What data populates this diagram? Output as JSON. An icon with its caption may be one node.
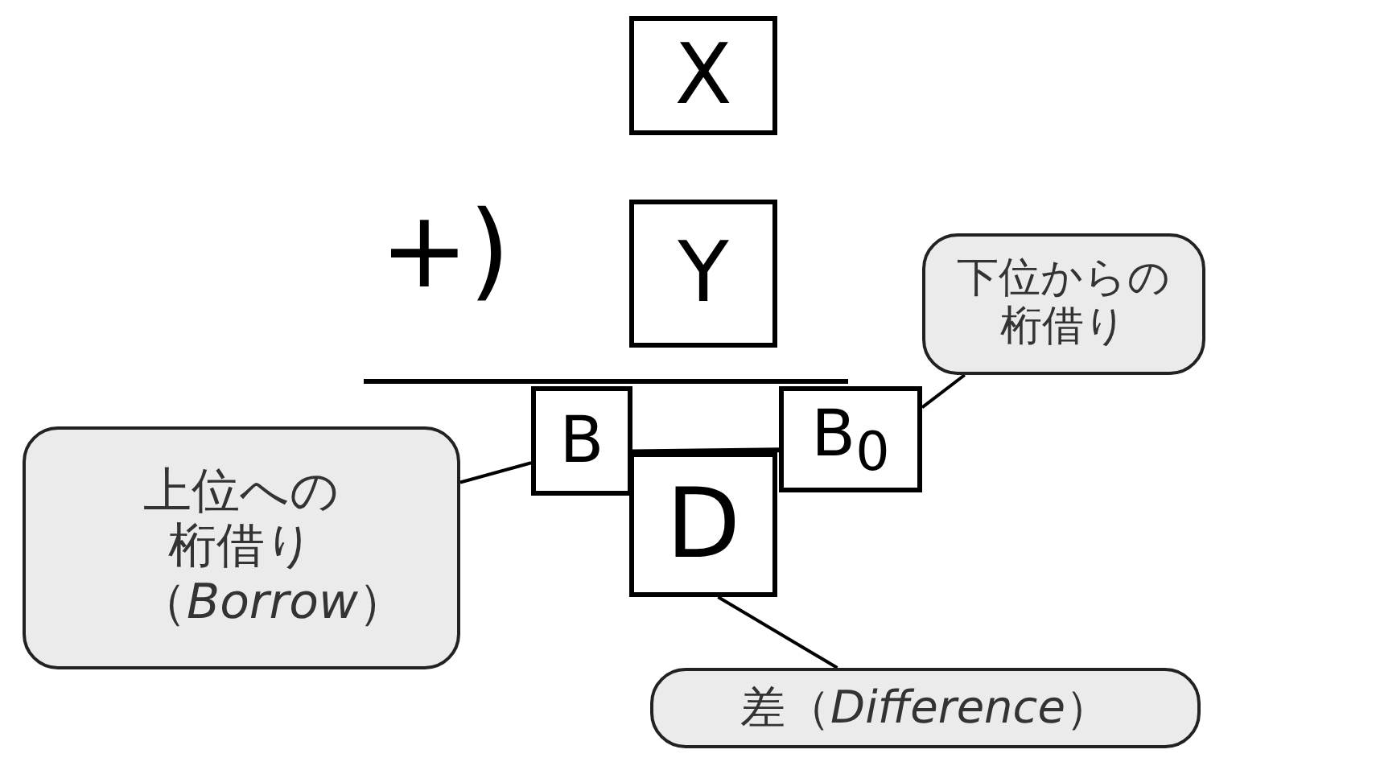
{
  "diagram": {
    "nodes": [
      {
        "text": [
          "X"
        ]
      },
      {
        "text": [
          "Y"
        ]
      },
      {
        "text": [
          "下位からの桁借り"
        ]
      },
      {
        "text": [
          "上位への桁借り（*Borrow*）"
        ]
      },
      {
        "text": [
          "B"
        ]
      },
      {
        "text": [
          "B$_{0}$"
        ]
      },
      {
        "text": [
          "D"
        ]
      },
      {
        "text": [
          "差（*Difference*）"
        ]
      }
    ],
    "edges": [
      {
        "from": 3,
        "to": 4,
        "arrow": "none"
      },
      {
        "from": 2,
        "to": 5,
        "arrow": "none"
      },
      {
        "from": 7,
        "to": 6,
        "arrow": "none"
      },
      {
        "from": 4,
        "to": 5,
        "arrow": "none"
      }
    ],
    "labels": [
      "+)"
    ]
  }
}
